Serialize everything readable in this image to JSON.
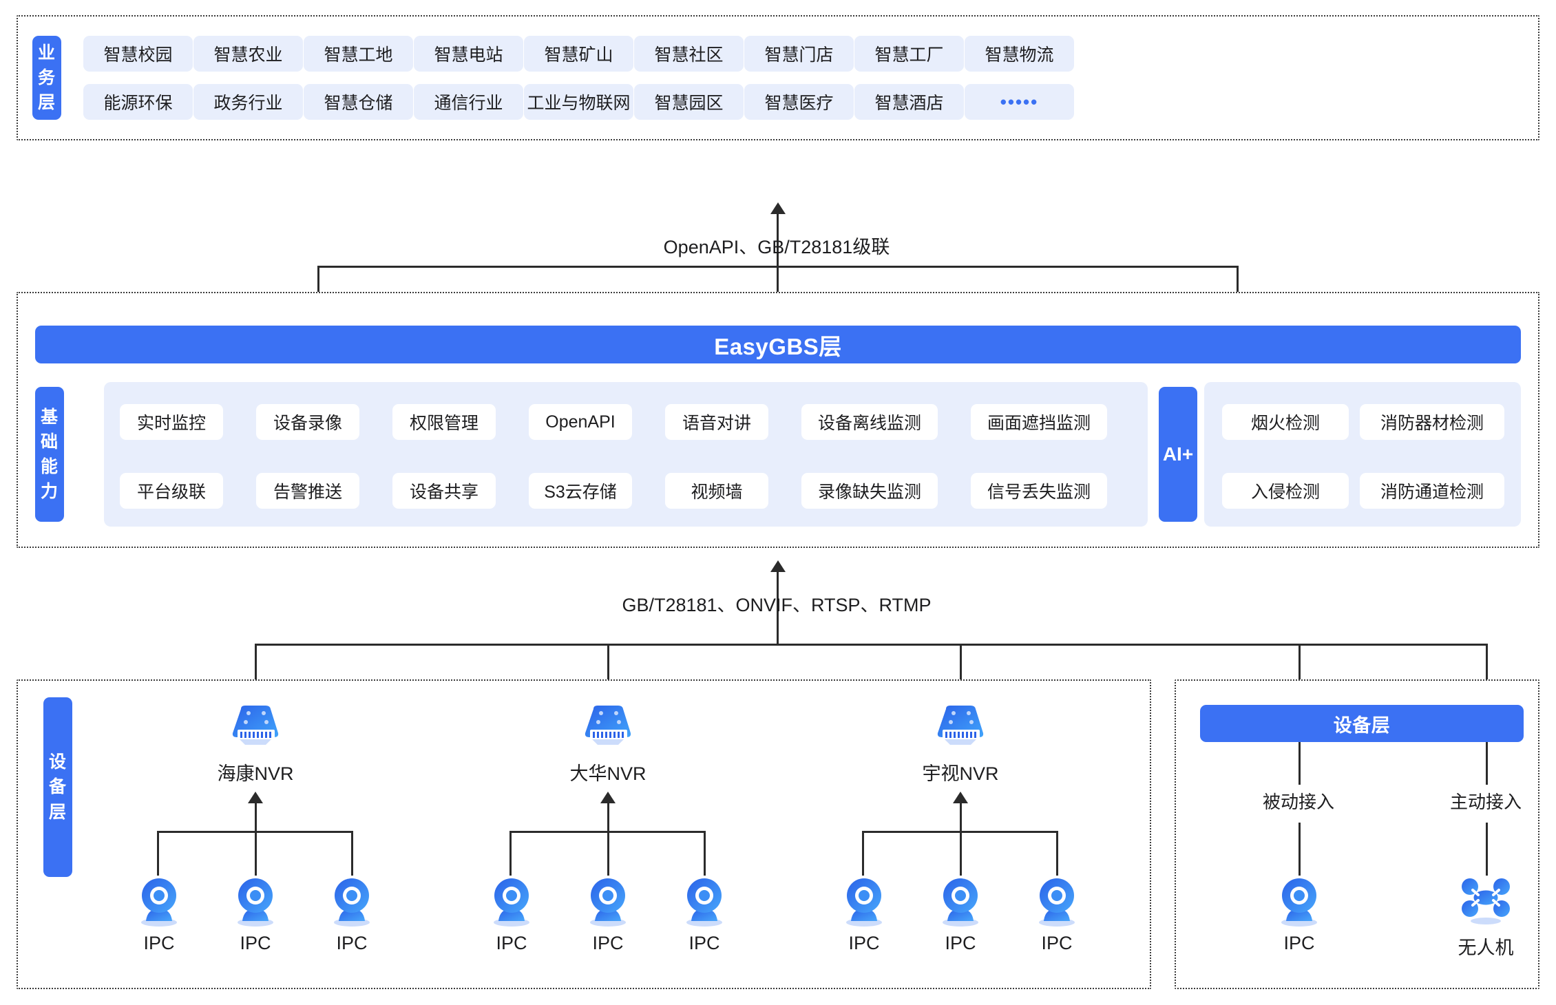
{
  "business_layer": {
    "side_label": "业务层",
    "row1": [
      "智慧校园",
      "智慧农业",
      "智慧工地",
      "智慧电站",
      "智慧矿山",
      "智慧社区",
      "智慧门店",
      "智慧工厂",
      "智慧物流"
    ],
    "row2": [
      "能源环保",
      "政务行业",
      "智慧仓储",
      "通信行业",
      "工业与物联网",
      "智慧园区",
      "智慧医疗",
      "智慧酒店",
      "•••••"
    ]
  },
  "link_top": "OpenAPI、GB/T28181级联",
  "platform_layer": {
    "title": "EasyGBS层",
    "side_label": "基础能力",
    "capabilities_row1": [
      "实时监控",
      "设备录像",
      "权限管理",
      "OpenAPI",
      "语音对讲",
      "设备离线监测",
      "画面遮挡监测"
    ],
    "capabilities_row2": [
      "平台级联",
      "告警推送",
      "设备共享",
      "S3云存储",
      "视频墙",
      "录像缺失监测",
      "信号丢失监测"
    ],
    "ai": {
      "label": "AI+",
      "row1": [
        "烟火检测",
        "消防器材检测"
      ],
      "row2": [
        "入侵检测",
        "消防通道检测"
      ]
    }
  },
  "link_bottom": "GB/T28181、ONVIF、RTSP、RTMP",
  "device_layer_left": {
    "side_label": "设备层",
    "groups": [
      {
        "nvr": "海康NVR",
        "cameras": [
          "IPC",
          "IPC",
          "IPC"
        ]
      },
      {
        "nvr": "大华NVR",
        "cameras": [
          "IPC",
          "IPC",
          "IPC"
        ]
      },
      {
        "nvr": "宇视NVR",
        "cameras": [
          "IPC",
          "IPC",
          "IPC"
        ]
      }
    ]
  },
  "device_layer_right": {
    "title": "设备层",
    "branches": [
      {
        "mode": "被动接入",
        "device": "IPC",
        "icon": "ipc-camera-icon"
      },
      {
        "mode": "主动接入",
        "device": "无人机",
        "icon": "drone-icon"
      }
    ]
  },
  "colors": {
    "brand_blue": "#3b71f3",
    "chip_blue": "#e8eefc",
    "line": "#2b2b2b"
  },
  "icons": {
    "nvr": "nvr-icon",
    "ipc": "ipc-camera-icon",
    "drone": "drone-icon"
  }
}
